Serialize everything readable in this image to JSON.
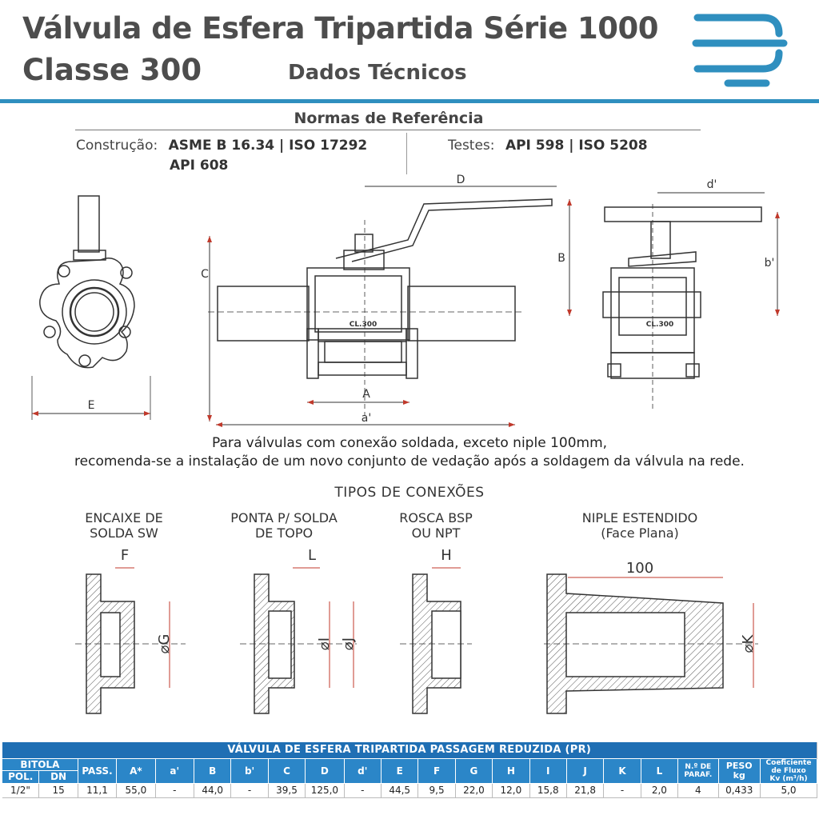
{
  "header": {
    "title_line1": "Válvula de Esfera Tripartida Série 1000",
    "title_line2": "Classe 300",
    "subtitle": "Dados Técnicos"
  },
  "normas": {
    "title": "Normas de Referência",
    "construcao_label": "Construção:",
    "construcao_value": "ASME B 16.34  |  ISO 17292",
    "construcao_value2": "API 608",
    "testes_label": "Testes:",
    "testes_value": "API 598  |  ISO 5208"
  },
  "drawing_labels": {
    "D": "D",
    "B": "B",
    "C": "C",
    "A": "A",
    "a_prime": "a'",
    "E": "E",
    "d_prime": "d'",
    "b_prime": "b'",
    "cl300_1": "CL.300",
    "cl300_2": "CL.300"
  },
  "note": {
    "line1": "Para válvulas com conexão soldada, exceto niple 100mm,",
    "line2": "recomenda-se a instalação de um novo conjunto de vedação após a soldagem da válvula na rede."
  },
  "connections": {
    "title": "TIPOS DE CONEXÕES",
    "types": [
      {
        "line1": "ENCAIXE DE",
        "line2": "SOLDA SW"
      },
      {
        "line1": "PONTA P/ SOLDA",
        "line2": "DE TOPO"
      },
      {
        "line1": "ROSCA BSP",
        "line2": "OU NPT"
      },
      {
        "line1": "NIPLE ESTENDIDO",
        "line2": "(Face Plana)"
      }
    ],
    "dims": {
      "F": "F",
      "G": "⌀G",
      "L": "L",
      "I": "⌀I",
      "J": "⌀J",
      "H": "H",
      "len100": "100",
      "K": "⌀K"
    }
  },
  "table": {
    "title": "VÁLVULA DE ESFERA TRIPARTIDA PASSAGEM REDUZIDA  (PR)",
    "bitola": "BITOLA",
    "headers": [
      "POL.",
      "DN",
      "PASS.",
      "A*",
      "a'",
      "B",
      "b'",
      "C",
      "D",
      "d'",
      "E",
      "F",
      "G",
      "H",
      "I",
      "J",
      "K",
      "L"
    ],
    "parafusos_1": "N.º DE",
    "parafusos_2": "PARAF.",
    "peso_1": "PESO",
    "peso_2": "kg",
    "kv_1": "Coeficiente",
    "kv_2": "de Fluxo",
    "kv_3": "Kv (m³/h)",
    "rows": [
      [
        "1/2\"",
        "15",
        "11,1",
        "55,0",
        "-",
        "44,0",
        "-",
        "39,5",
        "125,0",
        "-",
        "44,5",
        "9,5",
        "22,0",
        "12,0",
        "15,8",
        "21,8",
        "-",
        "2,0",
        "4",
        "0,433",
        "5,0"
      ]
    ]
  },
  "colors": {
    "accent": "#2f8fbf",
    "table_header": "#2b86c8",
    "title": "#4d4d4d"
  }
}
